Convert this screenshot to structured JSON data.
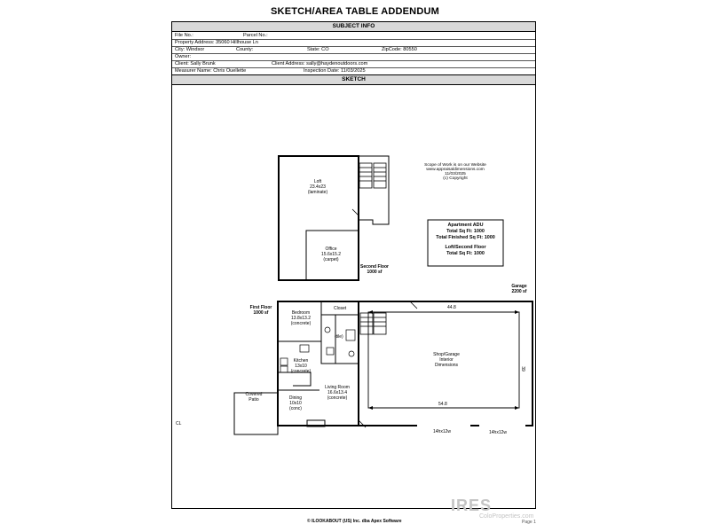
{
  "title": "SKETCH/AREA TABLE ADDENDUM",
  "subject_header": "SUBJECT INFO",
  "sketch_header": "SKETCH",
  "info": {
    "file_no": "File No.:",
    "parcel_no": "Parcel No.:",
    "property_address": "Property Address: 35060 Hillhouse Ln",
    "city": "City: Windsor",
    "county": "County:",
    "state": "State: CO",
    "zipcode": "ZipCode: 80550",
    "owner": "Owner:",
    "client": "Client: Sally Brunk",
    "client_address": "Client Address: sally@haydenoutdoors.com",
    "measurer": "Measurer Name: Chris Ouellette",
    "inspection_date": "Inspection Date: 11/03/2025"
  },
  "scope": {
    "line1": "Scope of Work is on our Website",
    "line2": "www.appraisaldimensions.com",
    "line3": "11/03/2025",
    "line4": "(c) Copyright"
  },
  "summary": {
    "line1": "Apartment ADU",
    "line2": "Total Sq Ft: 1000",
    "line3": "Total Finished Sq Ft: 1000",
    "line4": "Loft/Second Floor",
    "line5": "Total Sq Ft: 1000"
  },
  "rooms": {
    "loft_name": "Loft",
    "loft_dim": "23.4x23",
    "loft_floor": "(laminate)",
    "office_name": "Office",
    "office_dim": "15.6x15.2",
    "office_floor": "(carpet)",
    "second_floor_a": "Second Floor",
    "second_floor_b": "1000 sf",
    "first_floor_a": "First Floor",
    "first_floor_b": "1000 sf",
    "bedroom_name": "Bedroom",
    "bedroom_dim": "13.8x13.2",
    "bedroom_floor": "(concrete)",
    "closet": "Closet",
    "tile": "(tile)",
    "kitchen_name": "Kitchen",
    "kitchen_dim": "13x10",
    "kitchen_floor": "(concrete)",
    "dining_name": "Dining",
    "dining_dim": "10x10",
    "dining_floor": "(conc)",
    "living_name": "Living Room",
    "living_dim": "16.6x13.4",
    "living_floor": "(concrete)",
    "patio_a": "Covered",
    "patio_b": "Patio",
    "garage_a": "Garage",
    "garage_b": "2200 sf",
    "shop_a": "Shop/Garage",
    "shop_b": "Interior",
    "shop_c": "Dimensions",
    "dim_top": "44.8",
    "dim_bottom": "54.8",
    "dim_right": "39",
    "door1": "14hx12w",
    "door2": "14hx12w",
    "cl": "CL"
  },
  "footer": "© ILOOKABOUT (US) Inc. dba Apex Software",
  "watermark": "IRES",
  "watermark_sub": "ColoProperties.com",
  "page_label": "Page 1"
}
